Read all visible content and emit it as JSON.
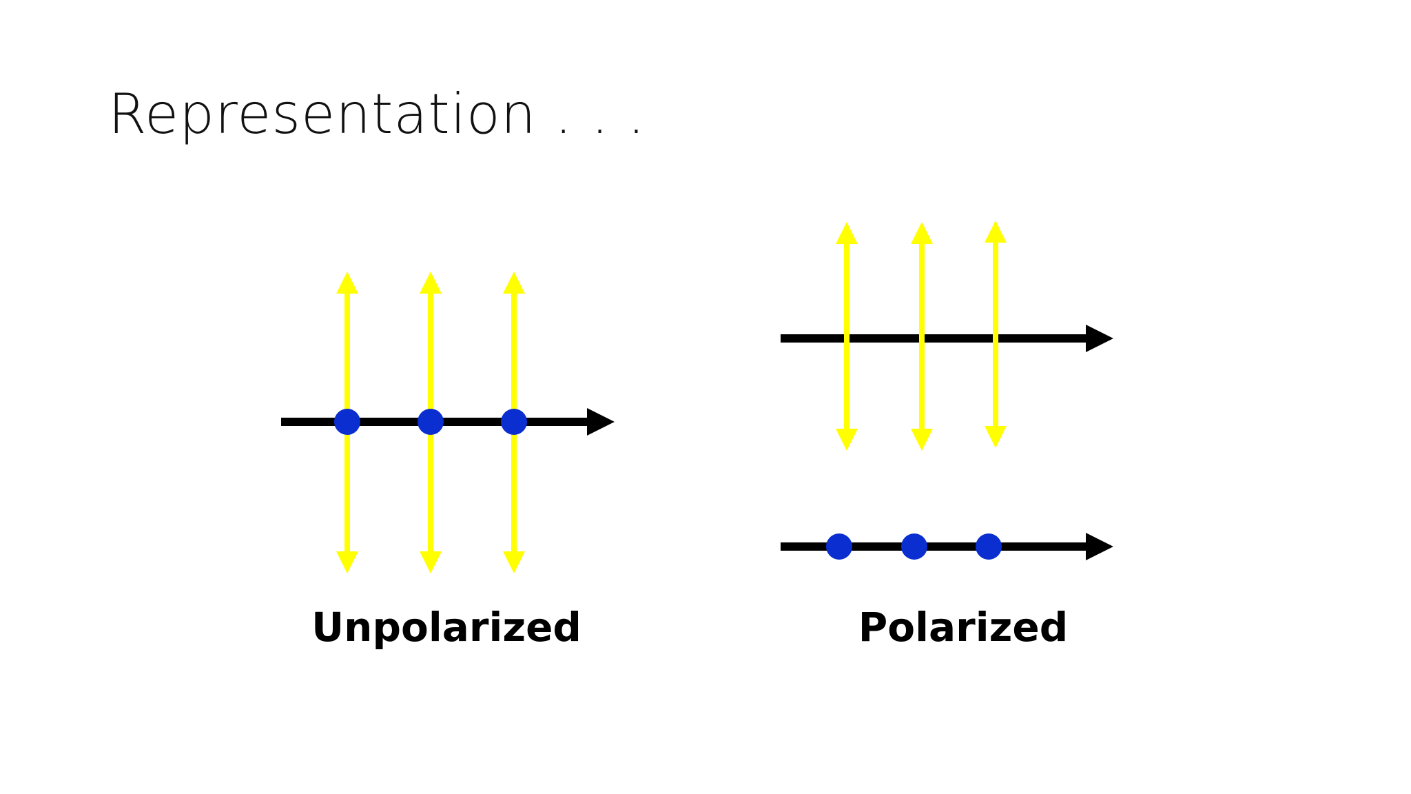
{
  "slide": {
    "title": "Representation . . ."
  },
  "colors": {
    "background": "#ffffff",
    "propagation_arrow": "#000000",
    "vertical_vibration": "#ffff00",
    "perpendicular_vibration_dot": "#0a2ecf"
  },
  "diagrams": {
    "unpolarized": {
      "label": "Unpolarized",
      "oscillation_count": 3,
      "components": [
        "vertical-vibration",
        "perpendicular-vibration-dot"
      ]
    },
    "polarized": {
      "label": "Polarized",
      "panels": [
        {
          "oscillation_count": 3,
          "components": [
            "vertical-vibration"
          ]
        },
        {
          "oscillation_count": 3,
          "components": [
            "perpendicular-vibration-dot"
          ]
        }
      ]
    }
  }
}
